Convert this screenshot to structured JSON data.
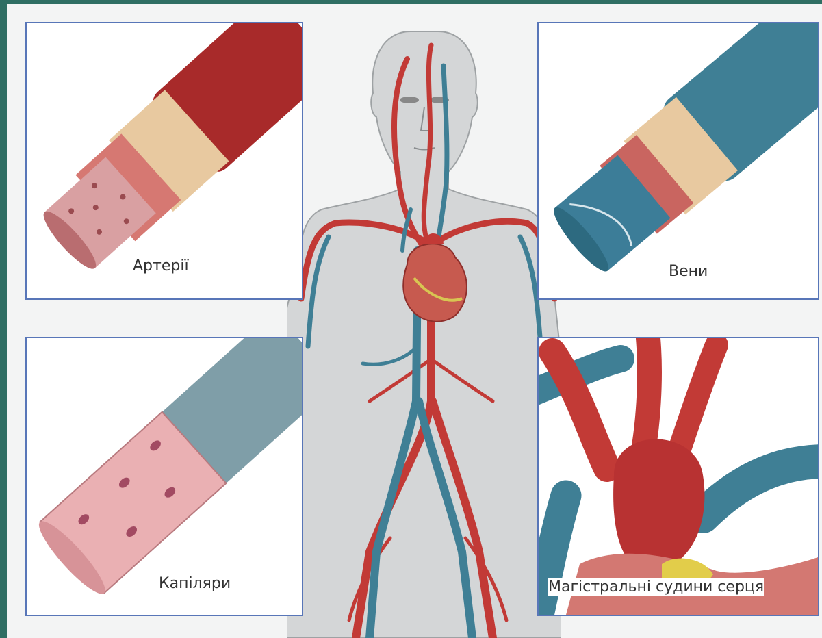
{
  "panels": {
    "arteries": {
      "label": "Артерії"
    },
    "veins": {
      "label": "Вени"
    },
    "capillaries": {
      "label": "Капіляри"
    },
    "great_vessels": {
      "label": "Магістральні судини серця"
    }
  },
  "colors": {
    "background": "#2f6e63",
    "panel_border": "#5876b8",
    "artery_red": "#c23a36",
    "vein_blue": "#3f7f95",
    "capillary_pink": "#e9a2a6",
    "body_gray": "#d4d6d7"
  }
}
